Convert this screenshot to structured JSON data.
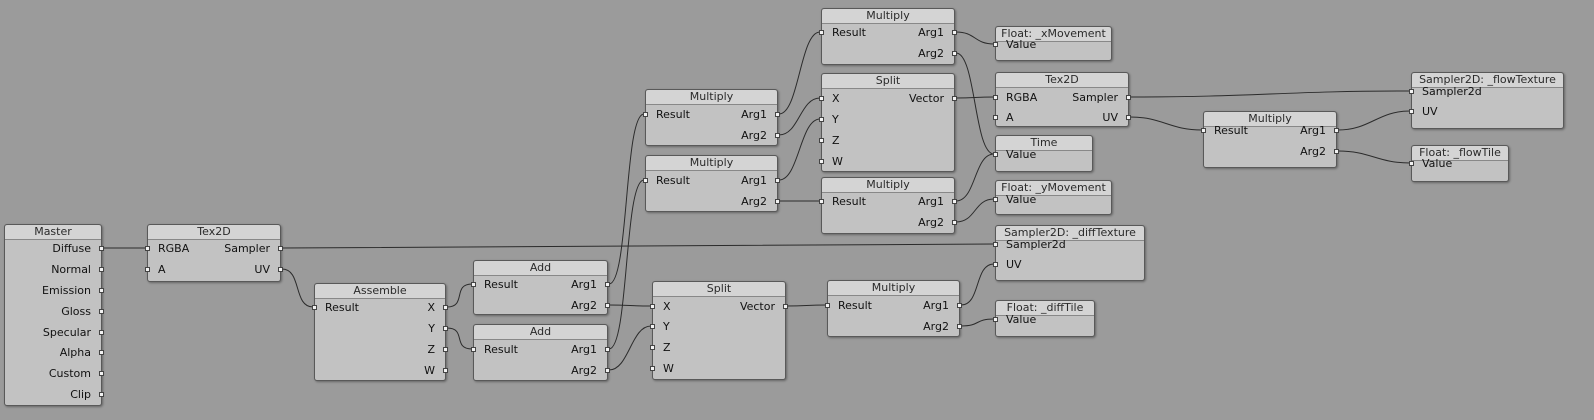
{
  "nodes": [
    {
      "id": "master",
      "title": "Master",
      "inputs": [],
      "outputs": [
        "Diffuse",
        "Normal",
        "Emission",
        "Gloss",
        "Specular",
        "Alpha",
        "Custom",
        "Clip"
      ]
    },
    {
      "id": "tex2d_a",
      "title": "Tex2D",
      "inputs": [
        "RGBA",
        "A"
      ],
      "outputs": [
        "Sampler",
        "UV"
      ]
    },
    {
      "id": "assemble",
      "title": "Assemble",
      "inputs": [
        "Result"
      ],
      "outputs": [
        "X",
        "Y",
        "Z",
        "W"
      ]
    },
    {
      "id": "add_a",
      "title": "Add",
      "inputs": [
        "Result"
      ],
      "outputs": [
        "Arg1",
        "Arg2"
      ]
    },
    {
      "id": "add_b",
      "title": "Add",
      "inputs": [
        "Result"
      ],
      "outputs": [
        "Arg1",
        "Arg2"
      ]
    },
    {
      "id": "multiply_a",
      "title": "Multiply",
      "inputs": [
        "Result"
      ],
      "outputs": [
        "Arg1",
        "Arg2"
      ]
    },
    {
      "id": "multiply_b",
      "title": "Multiply",
      "inputs": [
        "Result"
      ],
      "outputs": [
        "Arg1",
        "Arg2"
      ]
    },
    {
      "id": "split_a",
      "title": "Split",
      "inputs": [
        "X",
        "Y",
        "Z",
        "W"
      ],
      "outputs": [
        "Vector"
      ]
    },
    {
      "id": "multiply_top",
      "title": "Multiply",
      "inputs": [
        "Result"
      ],
      "outputs": [
        "Arg1",
        "Arg2"
      ]
    },
    {
      "id": "split_top",
      "title": "Split",
      "inputs": [
        "X",
        "Y",
        "Z",
        "W"
      ],
      "outputs": [
        "Vector"
      ]
    },
    {
      "id": "multiply_c",
      "title": "Multiply",
      "inputs": [
        "Result"
      ],
      "outputs": [
        "Arg1",
        "Arg2"
      ]
    },
    {
      "id": "multiply_d",
      "title": "Multiply",
      "inputs": [
        "Result"
      ],
      "outputs": [
        "Arg1",
        "Arg2"
      ]
    },
    {
      "id": "float_xmove",
      "title": "Float: _xMovement",
      "inputs": [
        "Value"
      ],
      "outputs": []
    },
    {
      "id": "tex2d_b",
      "title": "Tex2D",
      "inputs": [
        "RGBA",
        "A"
      ],
      "outputs": [
        "Sampler",
        "UV"
      ]
    },
    {
      "id": "time",
      "title": "Time",
      "inputs": [
        "Value"
      ],
      "outputs": []
    },
    {
      "id": "float_ymove",
      "title": "Float: _yMovement",
      "inputs": [
        "Value"
      ],
      "outputs": []
    },
    {
      "id": "sampler_diff",
      "title": "Sampler2D: _diffTexture",
      "inputs": [
        "Sampler2d",
        "UV"
      ],
      "outputs": []
    },
    {
      "id": "float_difftile",
      "title": "Float: _diffTile",
      "inputs": [
        "Value"
      ],
      "outputs": []
    },
    {
      "id": "multiply_e",
      "title": "Multiply",
      "inputs": [
        "Result"
      ],
      "outputs": [
        "Arg1",
        "Arg2"
      ]
    },
    {
      "id": "sampler_flow",
      "title": "Sampler2D: _flowTexture",
      "inputs": [
        "Sampler2d",
        "UV"
      ],
      "outputs": []
    },
    {
      "id": "float_flowtile",
      "title": "Float: _flowTile",
      "inputs": [
        "Value"
      ],
      "outputs": []
    }
  ],
  "wires": [
    [
      "master",
      "out",
      0,
      "tex2d_a",
      "in",
      0
    ],
    [
      "tex2d_a",
      "out",
      0,
      "sampler_diff",
      "in",
      0
    ],
    [
      "tex2d_a",
      "out",
      1,
      "assemble",
      "in",
      0
    ],
    [
      "assemble",
      "out",
      0,
      "add_a",
      "in",
      0
    ],
    [
      "assemble",
      "out",
      1,
      "add_b",
      "in",
      0
    ],
    [
      "add_a",
      "out",
      0,
      "multiply_a",
      "in",
      0
    ],
    [
      "add_a",
      "out",
      1,
      "split_a",
      "in",
      0
    ],
    [
      "add_b",
      "out",
      0,
      "multiply_b",
      "in",
      0
    ],
    [
      "add_b",
      "out",
      1,
      "split_a",
      "in",
      1
    ],
    [
      "multiply_a",
      "out",
      0,
      "multiply_top",
      "in",
      0
    ],
    [
      "multiply_a",
      "out",
      1,
      "split_top",
      "in",
      0
    ],
    [
      "multiply_b",
      "out",
      0,
      "split_top",
      "in",
      1
    ],
    [
      "multiply_b",
      "out",
      1,
      "multiply_c",
      "in",
      0
    ],
    [
      "multiply_top",
      "out",
      0,
      "float_xmove",
      "in",
      0
    ],
    [
      "multiply_top",
      "out",
      1,
      "time",
      "in",
      0
    ],
    [
      "split_top",
      "out",
      0,
      "tex2d_b",
      "in",
      0
    ],
    [
      "multiply_c",
      "out",
      0,
      "time",
      "in",
      0
    ],
    [
      "multiply_c",
      "out",
      1,
      "float_ymove",
      "in",
      0
    ],
    [
      "split_a",
      "out",
      0,
      "multiply_d",
      "in",
      0
    ],
    [
      "multiply_d",
      "out",
      0,
      "sampler_diff",
      "in",
      1
    ],
    [
      "multiply_d",
      "out",
      1,
      "float_difftile",
      "in",
      0
    ],
    [
      "tex2d_b",
      "out",
      0,
      "sampler_flow",
      "in",
      0
    ],
    [
      "tex2d_b",
      "out",
      1,
      "multiply_e",
      "in",
      0
    ],
    [
      "multiply_e",
      "out",
      0,
      "sampler_flow",
      "in",
      1
    ],
    [
      "multiply_e",
      "out",
      1,
      "float_flowtile",
      "in",
      0
    ]
  ],
  "colors": {
    "canvas": "#9b9b9b",
    "node_body": "#c2c2c2",
    "node_title": "#d4d4d4",
    "wire": "#2b2b2b"
  }
}
